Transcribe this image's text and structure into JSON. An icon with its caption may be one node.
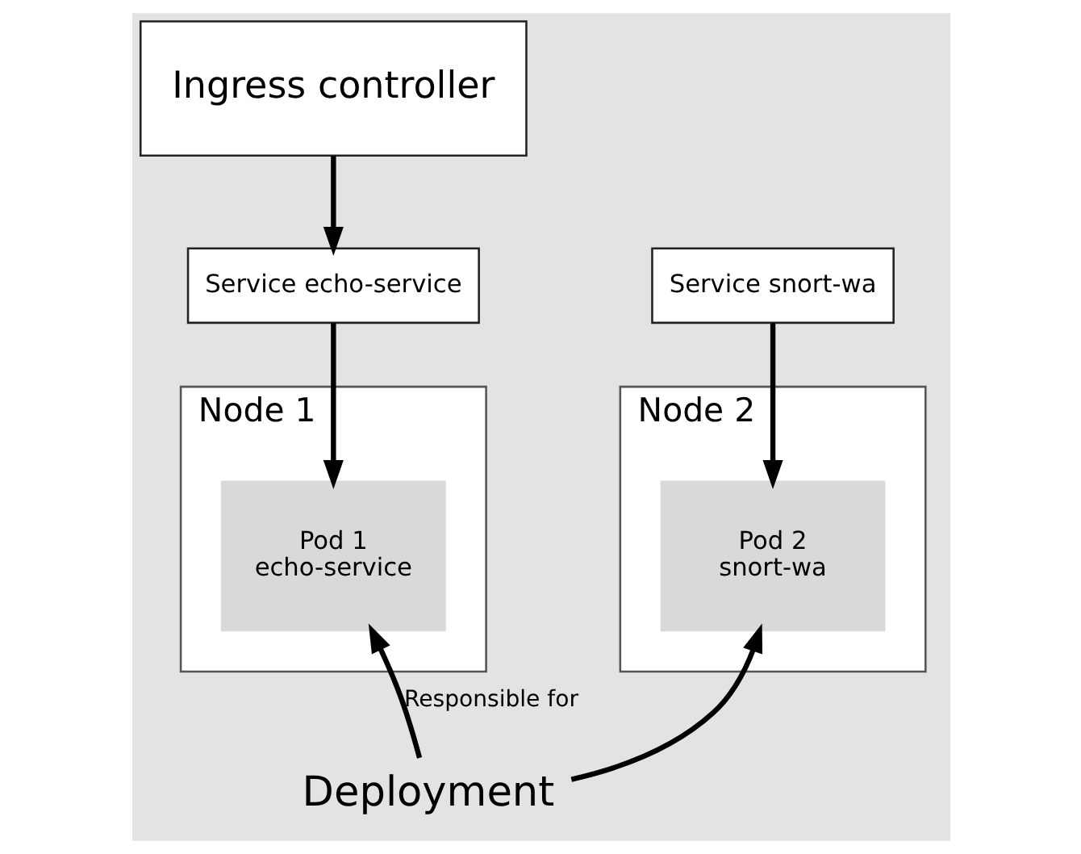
{
  "diagram": {
    "nodes": [
      {
        "text": [
          "Ingress controller"
        ]
      },
      {
        "text": [
          "Service echo-service"
        ]
      },
      {
        "text": [
          "Service snort-wa"
        ]
      },
      {
        "text": [
          "Node 1"
        ]
      },
      {
        "text": [
          "Pod 1",
          "echo-service"
        ],
        "in": 3
      },
      {
        "text": [
          "Node 2"
        ]
      },
      {
        "text": [
          "Pod 2",
          "snort-wa"
        ],
        "in": 5
      },
      {
        "text": [
          "Deployment"
        ]
      }
    ],
    "edges": [
      {
        "from": 0,
        "to": 1,
        "arrow": "to"
      },
      {
        "from": 1,
        "to": 4,
        "arrow": "to"
      },
      {
        "from": 2,
        "to": 6,
        "arrow": "to"
      },
      {
        "from": 7,
        "to": 4,
        "arrow": "to",
        "label": "Responsible for"
      },
      {
        "from": 7,
        "to": 6,
        "arrow": "to"
      }
    ]
  }
}
